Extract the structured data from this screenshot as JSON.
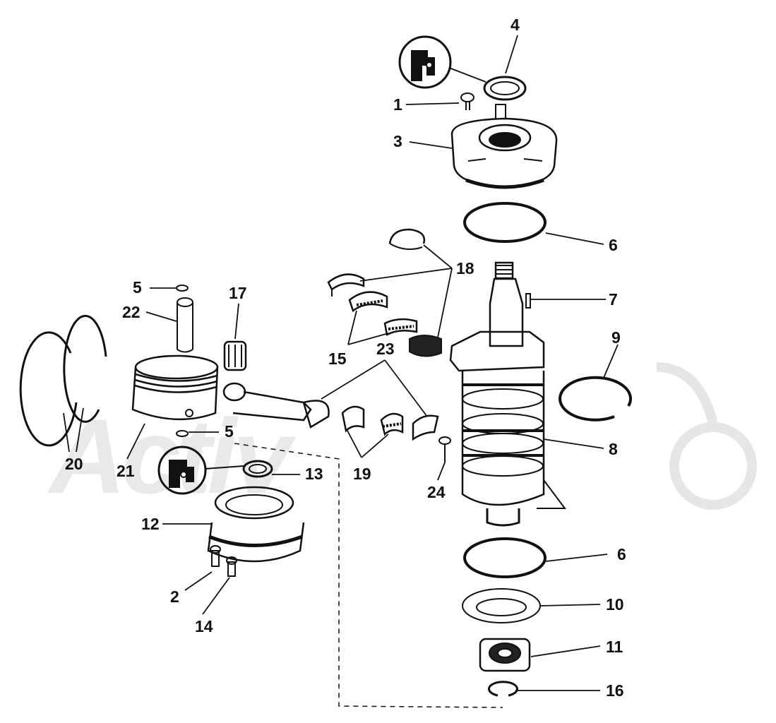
{
  "diagram": {
    "watermark": "Activ",
    "callouts": [
      {
        "id": "c4",
        "text": "4"
      },
      {
        "id": "c1",
        "text": "1"
      },
      {
        "id": "c3",
        "text": "3"
      },
      {
        "id": "c6a",
        "text": "6"
      },
      {
        "id": "c18",
        "text": "18"
      },
      {
        "id": "c7",
        "text": "7"
      },
      {
        "id": "c5a",
        "text": "5"
      },
      {
        "id": "c22",
        "text": "22"
      },
      {
        "id": "c17",
        "text": "17"
      },
      {
        "id": "c15",
        "text": "15"
      },
      {
        "id": "c23",
        "text": "23"
      },
      {
        "id": "c9",
        "text": "9"
      },
      {
        "id": "c5b",
        "text": "5"
      },
      {
        "id": "c20",
        "text": "20"
      },
      {
        "id": "c21",
        "text": "21"
      },
      {
        "id": "c13",
        "text": "13"
      },
      {
        "id": "c19",
        "text": "19"
      },
      {
        "id": "c24",
        "text": "24"
      },
      {
        "id": "c8",
        "text": "8"
      },
      {
        "id": "c12",
        "text": "12"
      },
      {
        "id": "c2",
        "text": "2"
      },
      {
        "id": "c14",
        "text": "14"
      },
      {
        "id": "c6b",
        "text": "6"
      },
      {
        "id": "c10",
        "text": "10"
      },
      {
        "id": "c11",
        "text": "11"
      },
      {
        "id": "c16",
        "text": "16"
      }
    ]
  }
}
